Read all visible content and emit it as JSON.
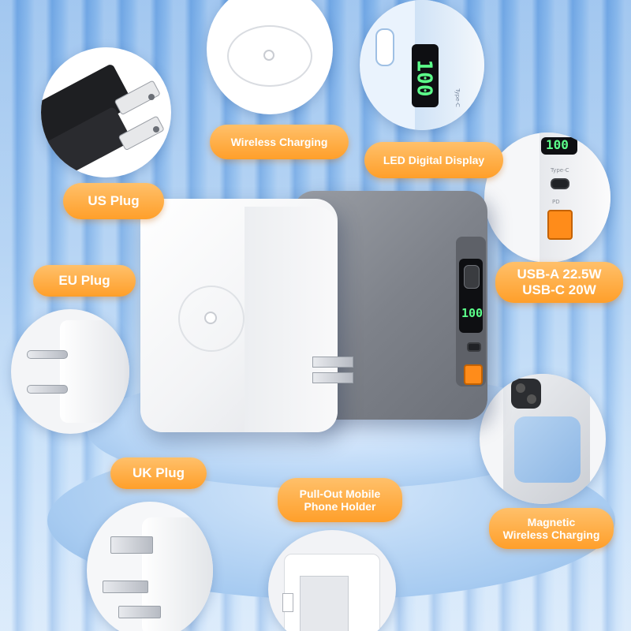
{
  "labels": {
    "us_plug": "US Plug",
    "eu_plug": "EU Plug",
    "uk_plug": "UK Plug",
    "wireless_charging": "Wireless Charging",
    "led_display": "LED Digital Display",
    "usb_a": "USB-A 22.5W",
    "usb_c": "USB-C 20W",
    "pullout_line1": "Pull-Out Mobile",
    "pullout_line2": "Phone Holder",
    "magnetic_line1": "Magnetic",
    "magnetic_line2": "Wireless Charging"
  },
  "device": {
    "display_digits": "100",
    "port_type_c": "Type-C",
    "port_pd": "PD"
  },
  "colors": {
    "label_orange": "#ff9f2a",
    "background_blue": "#9cc5f0",
    "display_green": "#5cff8a",
    "usb_a_orange": "#ff8c1a",
    "grey_body": "#7e828a",
    "phone_accent": "#9dc2ec"
  }
}
